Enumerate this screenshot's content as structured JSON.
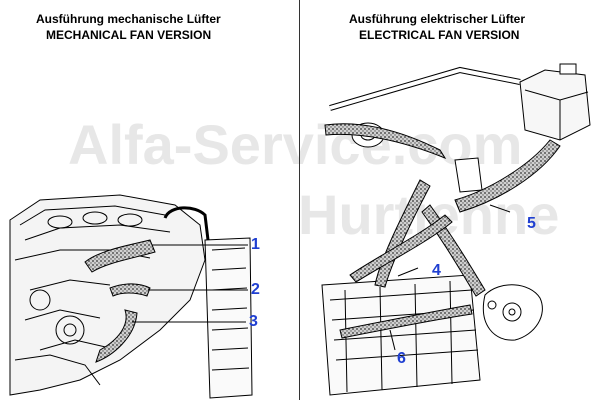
{
  "left_panel": {
    "heading_de": "Ausführung mechanische Lüfter",
    "heading_en": "MECHANICAL FAN VERSION",
    "callouts": [
      "1",
      "2",
      "3"
    ]
  },
  "right_panel": {
    "heading_de": "Ausführung elektrischer Lüfter",
    "heading_en": "ELECTRICAL FAN VERSION",
    "callouts": [
      "4",
      "5",
      "6"
    ]
  },
  "watermark": {
    "line1": "Alfa-Service.com",
    "line2": "Hurtienne"
  },
  "colors": {
    "callout": "#1f3fd1",
    "line": "#000000",
    "watermark": "#e7e7e7",
    "hose_fill": "#8a8a8a"
  }
}
